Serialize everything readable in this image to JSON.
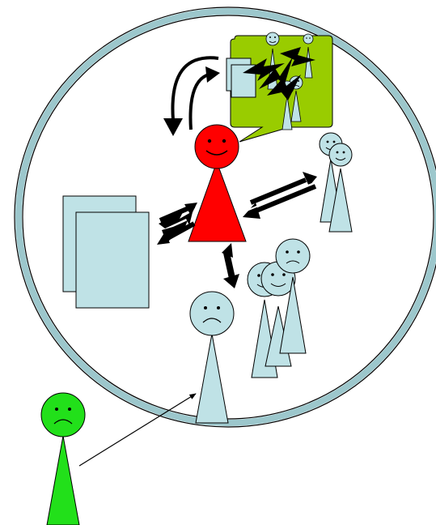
{
  "colors": {
    "background": "#ffffff",
    "circle": "#9cc7cc",
    "figure_pale": "#bfe2e6",
    "figure_red": "#ff0000",
    "figure_green": "#22e01a",
    "bubble": "#99cc00",
    "document": "#bfe2e6",
    "stroke": "#000000"
  },
  "figures": [
    {
      "role": "leader",
      "expression": "smile",
      "color_key": "figure_red"
    },
    {
      "role": "team-member",
      "expression": "smile",
      "color_key": "figure_pale"
    },
    {
      "role": "team-member",
      "expression": "frown",
      "color_key": "figure_pale"
    },
    {
      "role": "newcomer-outside",
      "expression": "frown",
      "color_key": "figure_green"
    },
    {
      "role": "newcomer-inside",
      "expression": "frown",
      "color_key": "figure_pale"
    }
  ],
  "icons": [
    "thought-bubble-icon",
    "document-stack-icon",
    "two-way-arrow-icon",
    "curved-arrow-icon",
    "connector-arrow-icon"
  ]
}
